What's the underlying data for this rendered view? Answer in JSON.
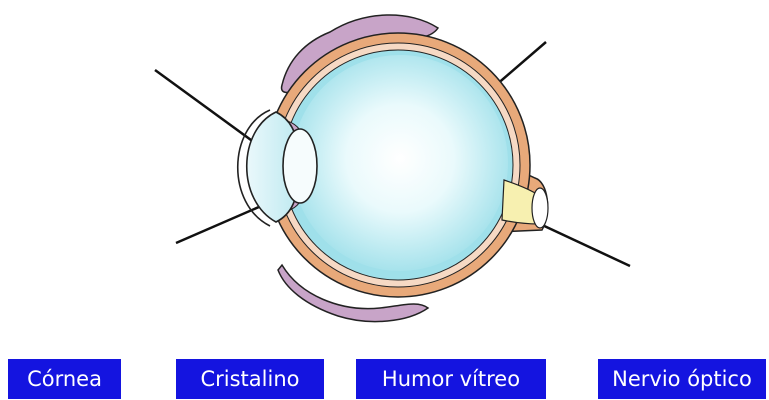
{
  "labels": [
    {
      "key": "cornea",
      "text": "Córnea"
    },
    {
      "key": "lens",
      "text": "Cristalino"
    },
    {
      "key": "vitreous",
      "text": "Humor vítreo"
    },
    {
      "key": "nerve",
      "text": "Nervio óptico"
    }
  ],
  "colors": {
    "label_bg": "#1414e0",
    "label_text": "#ffffff",
    "sclera": "#e8a97a",
    "choroid": "#f6d9c4",
    "vitreous_center": "#ffffff",
    "vitreous_edge": "#9fe0ea",
    "muscle": "#c8a4c8",
    "nerve_core": "#f7f0b0",
    "leader_line": "#111111"
  }
}
